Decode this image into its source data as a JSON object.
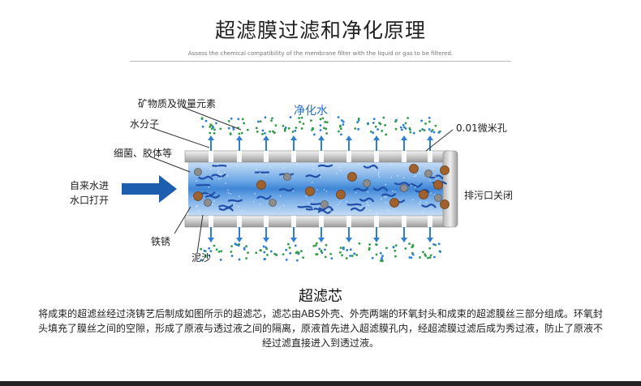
{
  "header": {
    "title": "超滤膜过滤和净化原理",
    "subtitle": "Assess the chemical compatibility of the membrane filter with the liquid or gas to be filtered."
  },
  "diagram": {
    "labels": {
      "minerals": "矿物质及微量元素",
      "water_molecule": "水分子",
      "bacteria": "细菌、胶体等",
      "inlet_line1": "自来水进",
      "inlet_line2": "水口打开",
      "rust": "铁锈",
      "sediment": "泥沙",
      "purified_water": "净化水",
      "pore_size": "0.01微米孔",
      "drain_closed": "排污口关闭"
    },
    "colors": {
      "purified": "#1f6fc8",
      "arrow": "#1d5fae",
      "green_dot": "#2f9e46",
      "blue_dot": "#2b7fd6",
      "brown_particle": "#a0612c",
      "gray_particle": "#8d8d8d"
    }
  },
  "section": {
    "title": "超滤芯",
    "description": "将成束的超滤丝经过浇铸艺后制成如图所示的超滤芯，滤芯由ABS外壳、外壳两端的环氧封头和成束的超滤膜丝三部分组成。环氧封头填充了膜丝之间的空隙，形成了原液与透过液之间的隔离，原液首先进入超滤膜孔内，经超滤膜过滤后成为秀过液，防止了原液不经过滤直接进入到透过液。"
  }
}
